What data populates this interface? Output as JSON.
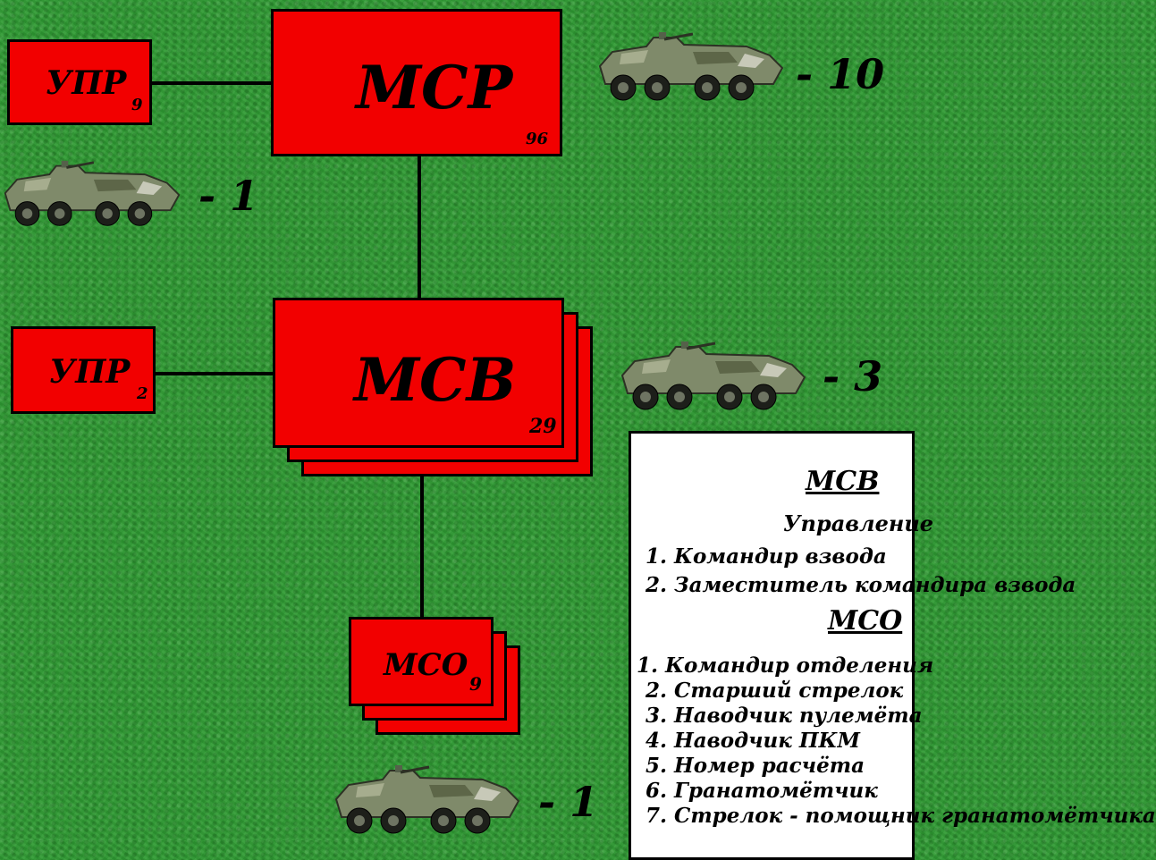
{
  "nodes": {
    "msr": {
      "label": "МСР",
      "count": "96"
    },
    "upr_company": {
      "label": "УПР",
      "count": "9"
    },
    "msv": {
      "label": "МСВ",
      "count": "29"
    },
    "upr_platoon": {
      "label": "УПР",
      "count": "2"
    },
    "mso": {
      "label": "МСО",
      "count": "9"
    }
  },
  "vehicles": {
    "msr_vehicles": "- 10",
    "upr_vehicles": "- 1",
    "msv_vehicles": "- 3",
    "mso_vehicles": "- 1"
  },
  "panel": {
    "title_platoon": "МСВ",
    "control_heading": "Управление",
    "control_items": [
      "1. Командир взвода",
      "2. Заместитель командира взвода"
    ],
    "title_squad": "МСО",
    "squad_items": [
      "1. Командир отделения",
      "2. Старший стрелок",
      "3. Наводчик пулемёта",
      "4. Наводчик ПКМ",
      "5. Номер расчёта",
      "6. Гранатомётчик",
      "7. Стрелок - помощник гранатомётчика"
    ]
  },
  "colors": {
    "background": "#2e9a32",
    "box": "#f20000",
    "outline": "#000000"
  }
}
